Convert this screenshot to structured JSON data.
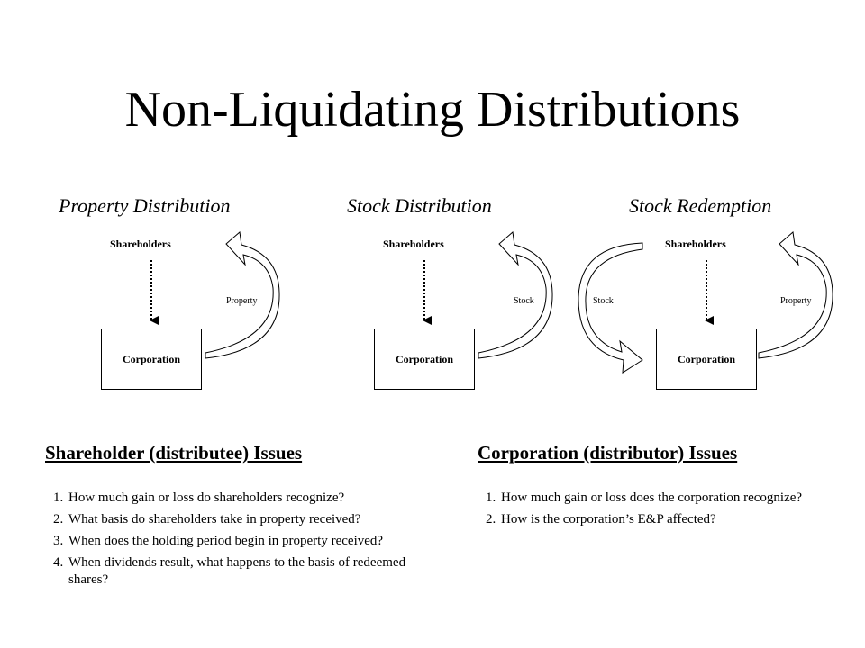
{
  "title": "Non-Liquidating Distributions",
  "panels": [
    {
      "title": "Property Distribution",
      "top_label": "Shareholders",
      "box_label": "Corporation",
      "right_flow_label": "Property"
    },
    {
      "title": "Stock Distribution",
      "top_label": "Shareholders",
      "box_label": "Corporation",
      "right_flow_label": "Stock"
    },
    {
      "title": "Stock Redemption",
      "top_label": "Shareholders",
      "box_label": "Corporation",
      "left_flow_label": "Stock",
      "right_flow_label": "Property"
    }
  ],
  "shareholder_issues": {
    "heading": "Shareholder (distributee) Issues",
    "items": [
      "How much gain or loss do shareholders recognize?",
      "What basis do shareholders take in property  received?",
      "When does the holding period begin in property received?",
      "When dividends result, what happens to the basis of redeemed shares?"
    ]
  },
  "corporation_issues": {
    "heading": "Corporation (distributor) Issues",
    "items": [
      "How much gain or loss does the corporation recognize?",
      "How is the corporation’s E&P affected?"
    ]
  }
}
